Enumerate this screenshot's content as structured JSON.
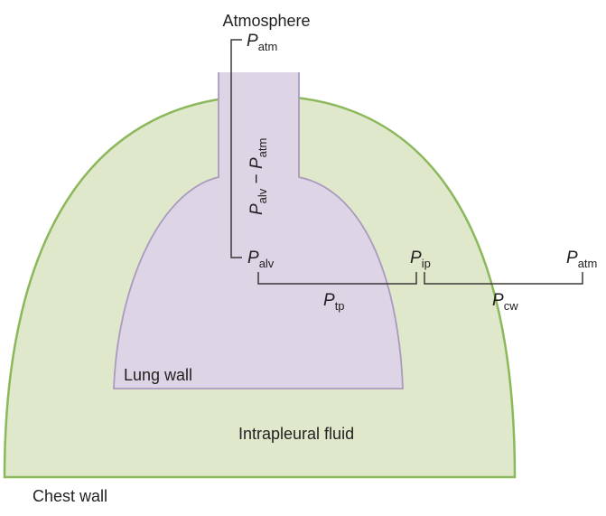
{
  "labels": {
    "atmosphere": "Atmosphere",
    "lung_wall": "Lung wall",
    "intrapleural_fluid": "Intrapleural fluid",
    "chest_wall": "Chest wall"
  },
  "pressures": {
    "p_atm_top": {
      "symbol": "P",
      "subscript": "atm"
    },
    "p_alv_minus_atm": {
      "symbol_a": "P",
      "subscript_a": "alv",
      "operator": " − ",
      "symbol_b": "P",
      "subscript_b": "atm"
    },
    "p_alv": {
      "symbol": "P",
      "subscript": "alv"
    },
    "p_ip": {
      "symbol": "P",
      "subscript": "ip"
    },
    "p_atm_right": {
      "symbol": "P",
      "subscript": "atm"
    },
    "p_tp": {
      "symbol": "P",
      "subscript": "tp"
    },
    "p_cw": {
      "symbol": "P",
      "subscript": "cw"
    }
  },
  "colors": {
    "chest_fill": "#e0e8cc",
    "chest_stroke": "#8ab85a",
    "lung_fill": "#ddd4e6",
    "lung_stroke": "#a99bbd",
    "wire": "#3a3a3a"
  }
}
